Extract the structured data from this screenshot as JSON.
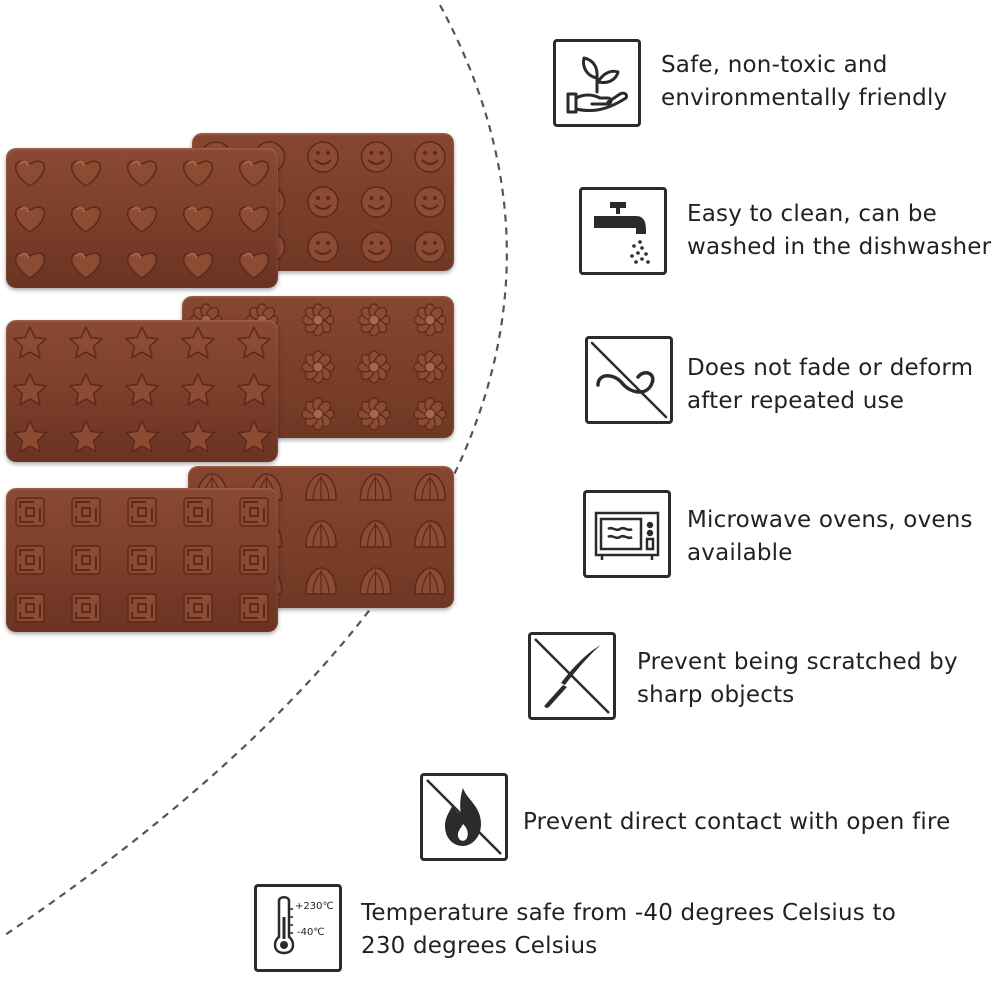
{
  "molds": [
    {
      "shape": "smiley",
      "color": "#7a3e2a"
    },
    {
      "shape": "heart",
      "color": "#7a3e2a"
    },
    {
      "shape": "flower",
      "color": "#7a3e2a"
    },
    {
      "shape": "star",
      "color": "#7a3e2a"
    },
    {
      "shape": "shell",
      "color": "#7a3e2a"
    },
    {
      "shape": "pinwheel",
      "color": "#7a3e2a"
    }
  ],
  "features": [
    {
      "icon": "hand-plant-icon",
      "text": "Safe, non-toxic and\nenvironmentally friendly"
    },
    {
      "icon": "faucet-icon",
      "text": "Easy to clean, can be\nwashed in the dishwasher"
    },
    {
      "icon": "no-deform-icon",
      "text": "Does not fade or deform\nafter repeated use"
    },
    {
      "icon": "microwave-icon",
      "text": "Microwave ovens, ovens\navailable"
    },
    {
      "icon": "no-knife-icon",
      "text": "Prevent being scratched by\nsharp objects"
    },
    {
      "icon": "no-fire-icon",
      "text": "Prevent direct contact with open fire"
    },
    {
      "icon": "thermometer-icon",
      "text": "Temperature safe from -40 degrees Celsius to\n230 degrees Celsius",
      "high_label": "+230℃",
      "low_label": "-40℃"
    }
  ],
  "colors": {
    "mold": "#7a3e2a",
    "icon_stroke": "#2b2b2b",
    "text": "#222222"
  }
}
